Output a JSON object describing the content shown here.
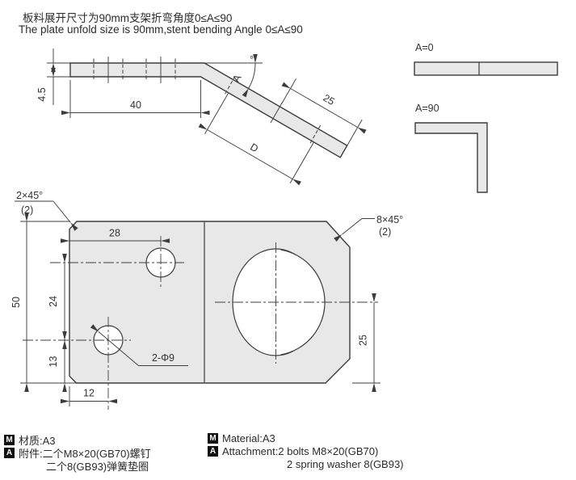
{
  "header": {
    "line1_zh": "板料展开尺寸为90mm支架折弯角度0≤A≤90",
    "line2_en": "The plate unfold size is 90mm,stent bending Angle 0≤A≤90"
  },
  "side_view": {
    "thickness": "4.5",
    "length": "40",
    "angle_letter": "A",
    "angle_degree": "°",
    "d_label": "D",
    "end_length": "25"
  },
  "variants": {
    "flat_label": "A=0",
    "bent_label": "A=90"
  },
  "plan_view": {
    "hole_spacing_x": "28",
    "height": "50",
    "hole_spacing_y": "24",
    "hole_offset_bottom": "13",
    "hole_offset_left": "12",
    "holes_label": "2-Φ9",
    "big_hole_offset": "25",
    "chamfer_small": "2×45°",
    "chamfer_small_qty": "(2)",
    "chamfer_large": "8×45°",
    "chamfer_large_qty": "(2)"
  },
  "notes": {
    "material_badge": "M",
    "attachment_badge": "A",
    "zh": {
      "material": "材质:A3",
      "attachment_line1": "附件:二个M8×20(GB70)螺钉",
      "attachment_line2": "二个8(GB93)弹簧垫圈"
    },
    "en": {
      "material": "Material:A3",
      "attachment_line1": "Attachment:2 bolts M8×20(GB70)",
      "attachment_line2": "2 spring washer 8(GB93)"
    }
  },
  "colors": {
    "background": "#ffffff",
    "plate_fill": "#e7e8e7",
    "line": "#3c3c3c",
    "dimension": "#3f3f3f",
    "badge_bg": "#111111",
    "badge_fg": "#ffffff"
  }
}
